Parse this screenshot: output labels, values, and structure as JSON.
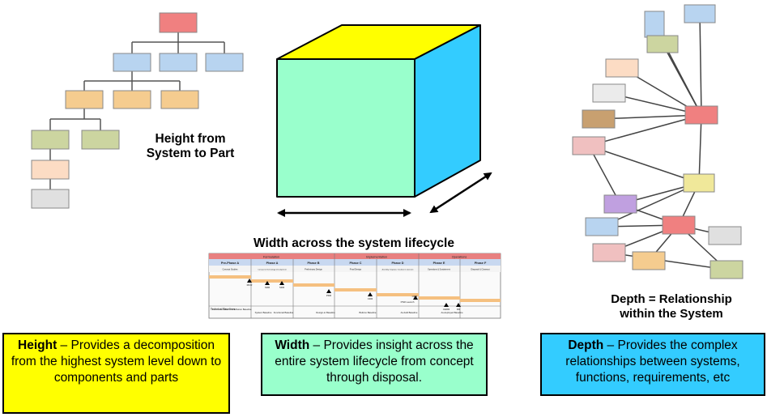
{
  "labels": {
    "height_line1": "Height from",
    "height_line2": "System to Part",
    "width_title": "Width across the system lifecycle",
    "depth_line1": "Depth = Relationship",
    "depth_line2": "within the System"
  },
  "lifecycle": {
    "groups": [
      "Formulation",
      "Implementation",
      "Operations"
    ],
    "phases": [
      "Pre-Phase A",
      "Phase A",
      "Phase B",
      "Phase C",
      "Phase D",
      "Phase E",
      "Phase F"
    ],
    "activities": [
      "Concept Studies",
      "Concept & Technology Development",
      "Preliminary Design",
      "Final Design",
      "Assembly, Integration, Installation & Operation",
      "Operations & Sustainment",
      "Disposal & Closeout"
    ],
    "milestones": [
      "MCR",
      "SRR",
      "SDR",
      "PDR",
      "CDR",
      "ORR",
      "PSR Launch",
      "CERR",
      "DR"
    ],
    "footer_label": "Technical Baselines",
    "baselines": [
      "Mission Baseline",
      "System Baseline",
      "Functional Baseline",
      "Design-to Baseline",
      "Build-to Baseline",
      "As-built Baseline",
      "As-deployed Baseline"
    ]
  },
  "boxes": {
    "height": {
      "term": "Height",
      "text": " – Provides a decomposition from the highest system level down to components and parts",
      "color": "#ffff00"
    },
    "width": {
      "term": "Width",
      "text": " – Provides insight across the entire system lifecycle from concept through disposal.",
      "color": "#99ffcc"
    },
    "depth": {
      "term": "Depth",
      "text": " – Provides the complex relationships between systems, functions, requirements, etc",
      "color": "#33ccff"
    }
  },
  "colors": {
    "cube_top": "#ffff00",
    "cube_front": "#99ffcc",
    "cube_side": "#33ccff",
    "tree_root": "#f08080",
    "tree_level2": "#b8d4f0",
    "tree_level3": "#f5cc8f",
    "tree_level4": "#ccd5a0",
    "tree_level5": "#fcdcc4",
    "tree_level6": "#e0e0e0"
  }
}
